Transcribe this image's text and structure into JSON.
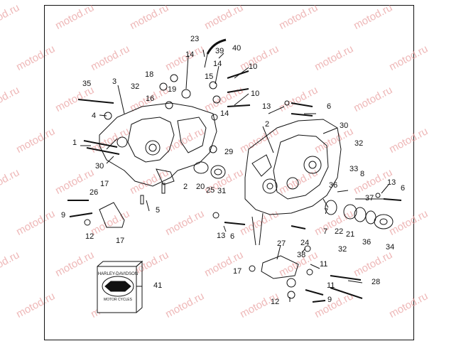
{
  "watermark": "motod.ru",
  "callouts": [
    "1",
    "2",
    "2",
    "3",
    "4",
    "5",
    "6",
    "6",
    "6",
    "7",
    "7",
    "8",
    "9",
    "9",
    "10",
    "10",
    "11",
    "11",
    "12",
    "12",
    "13",
    "13",
    "13",
    "14",
    "14",
    "14",
    "15",
    "16",
    "17",
    "17",
    "17",
    "18",
    "19",
    "20",
    "21",
    "22",
    "23",
    "24",
    "25",
    "26",
    "27",
    "28",
    "29",
    "30",
    "30",
    "31",
    "32",
    "32",
    "32",
    "33",
    "34",
    "35",
    "36",
    "36",
    "37",
    "38",
    "39",
    "40",
    "41"
  ],
  "manual_emblem_lines": [
    "HARLEY-DAVIDSON",
    "MOTOR CYCLES"
  ],
  "colors": {
    "line": "#111111",
    "watermark": "#e9a0a0",
    "background": "#ffffff"
  }
}
